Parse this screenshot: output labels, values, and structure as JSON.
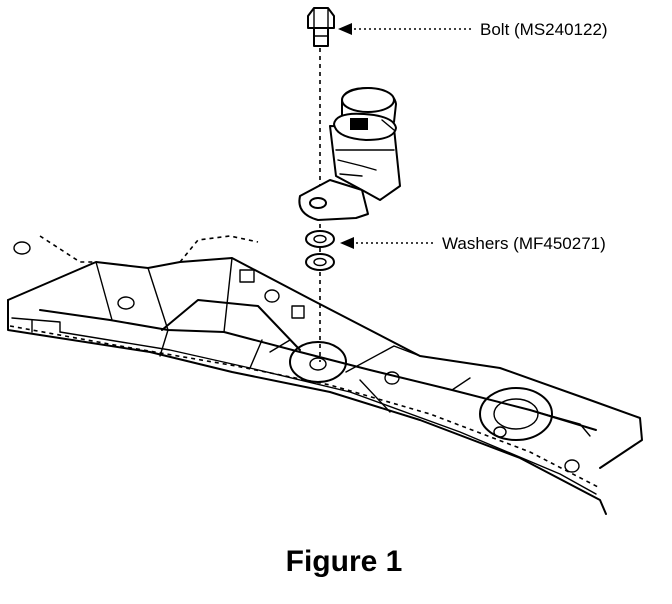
{
  "callouts": {
    "bolt": "Bolt (MS240122)",
    "washers": "Washers (MF450271)"
  },
  "caption": "Figure 1",
  "colors": {
    "line": "#000000",
    "background": "#ffffff"
  }
}
